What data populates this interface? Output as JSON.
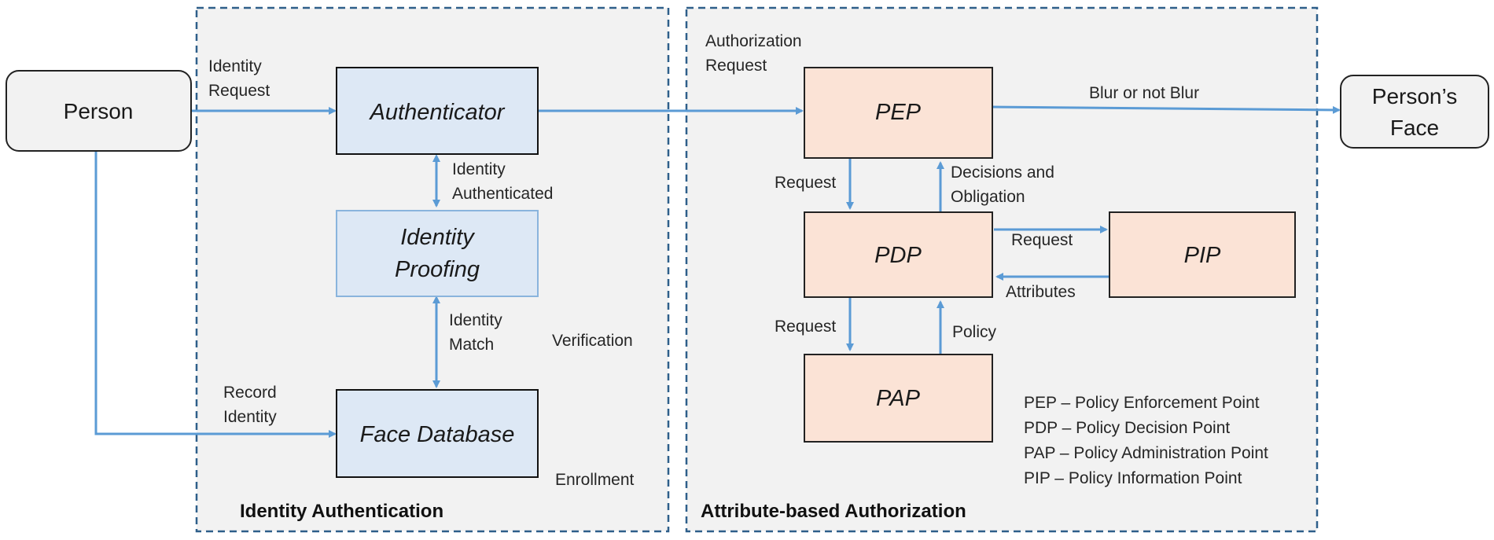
{
  "colors": {
    "arrow": "#5b9bd5",
    "dash": "#2e5f8a",
    "group_fill": "#f2f2f2",
    "blue_box": "#dde8f5",
    "orange_box": "#fbe3d6",
    "gray_box": "#f2f2f2"
  },
  "groups": {
    "identity": {
      "title": "Identity Authentication"
    },
    "authorization": {
      "title": "Attribute-based Authorization"
    }
  },
  "nodes": {
    "person": "Person",
    "persons_face": [
      "Person’s",
      "Face"
    ],
    "authenticator": "Authenticator",
    "identity_proofing": [
      "Identity",
      "Proofing"
    ],
    "face_database": "Face Database",
    "pep": "PEP",
    "pdp": "PDP",
    "pip": "PIP",
    "pap": "PAP"
  },
  "labels": {
    "identity_request": [
      "Identity",
      "Request"
    ],
    "identity_authenticated": [
      "Identity",
      "Authenticated"
    ],
    "identity_match": [
      "Identity",
      "Match"
    ],
    "verification": "Verification",
    "record_identity": [
      "Record",
      "Identity"
    ],
    "enrollment": "Enrollment",
    "authorization_request": [
      "Authorization",
      "Request"
    ],
    "blur": "Blur or not Blur",
    "request_pep_pdp": "Request",
    "decisions": [
      "Decisions and",
      "Obligation"
    ],
    "request_pdp_pip": "Request",
    "attributes": "Attributes",
    "request_pdp_pap": "Request",
    "policy": "Policy"
  },
  "legend": [
    "PEP – Policy Enforcement  Point",
    "PDP – Policy Decision Point",
    "PAP – Policy Administration  Point",
    "PIP – Policy Information Point"
  ]
}
